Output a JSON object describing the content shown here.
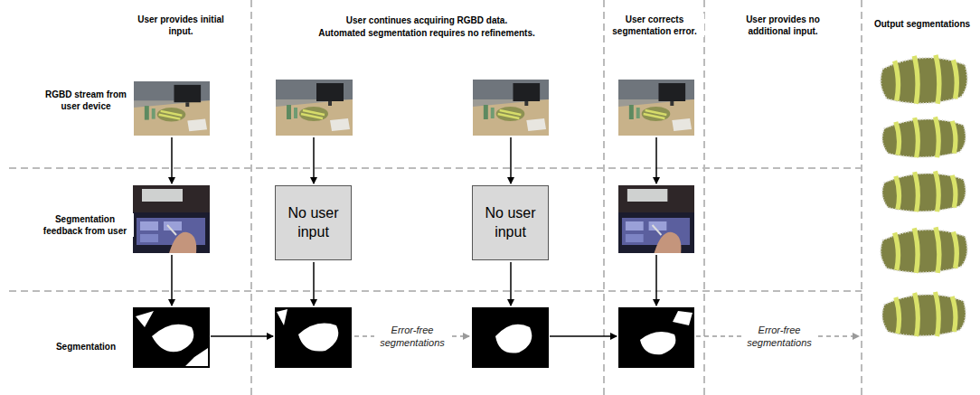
{
  "diagram": {
    "nodes": [
      {
        "text": [
          "No user input"
        ]
      },
      {
        "text": [
          "No user input"
        ]
      }
    ],
    "labels": [
      "User provides initial input.",
      "User continues acquiring RGBD data.",
      "Automated segmentation requires no refinements.",
      "User corrects segmentation error.",
      "User provides no additional input.",
      "Output segmentations",
      "RGBD stream from user device",
      "Segmentation feedback from user",
      "Segmentation",
      "Error-free segmentations",
      "Error-free segmentations"
    ]
  }
}
